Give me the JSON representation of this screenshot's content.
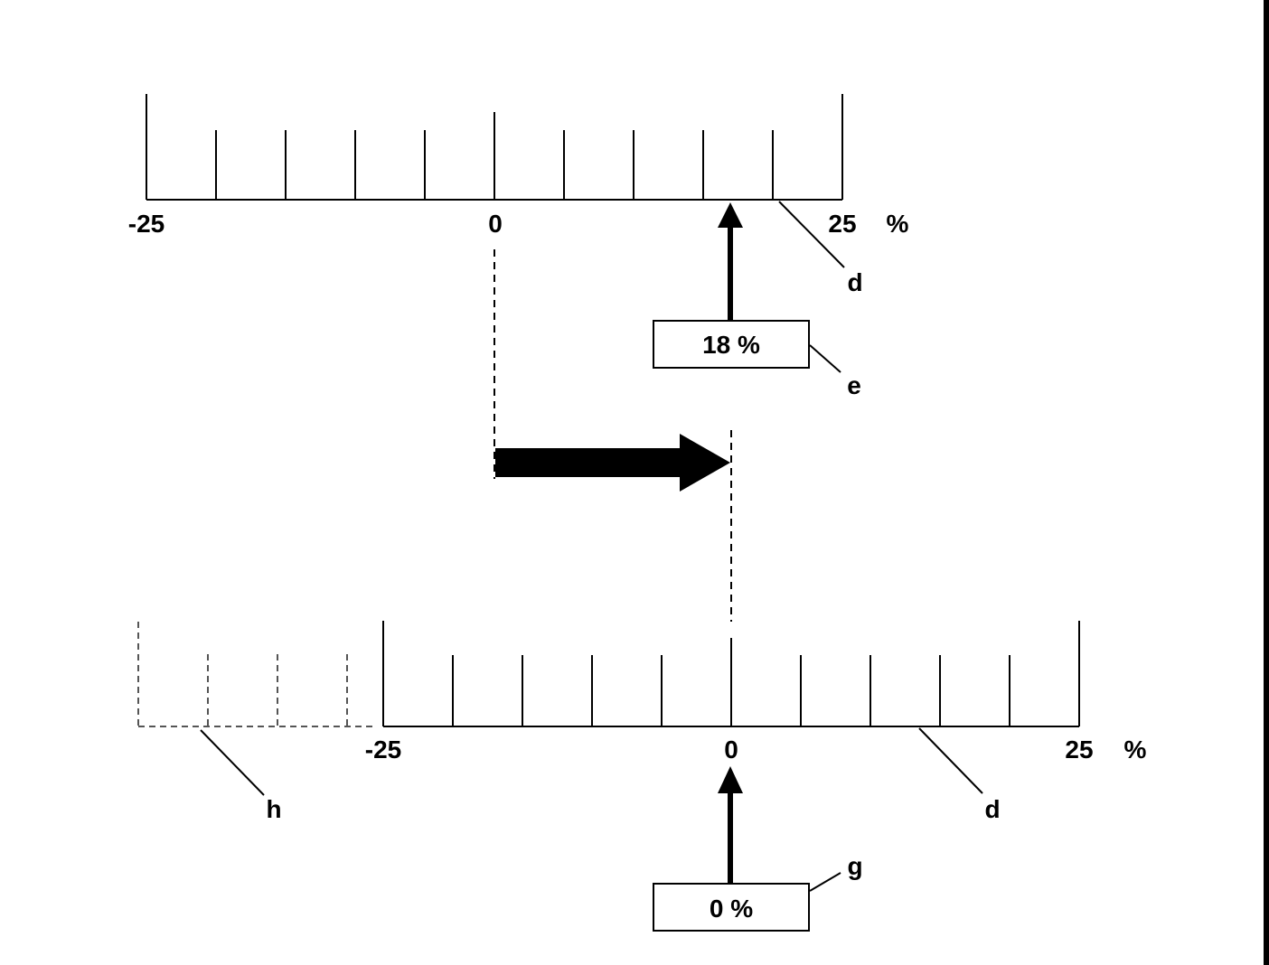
{
  "top_scale": {
    "min_label": "-25",
    "zero_label": "0",
    "max_label": "25",
    "unit": "%",
    "scale_tag": "d",
    "reading_value": "18 %",
    "reading_tag": "e"
  },
  "bottom_scale": {
    "min_label": "-25",
    "zero_label": "0",
    "max_label": "25",
    "unit": "%",
    "scale_tag": "d",
    "reading_value": "0 %",
    "reading_tag": "g",
    "shifted_part_tag": "h"
  },
  "colors": {
    "ink": "#000000",
    "dashed_ink": "#555555",
    "background": "#ffffff"
  }
}
